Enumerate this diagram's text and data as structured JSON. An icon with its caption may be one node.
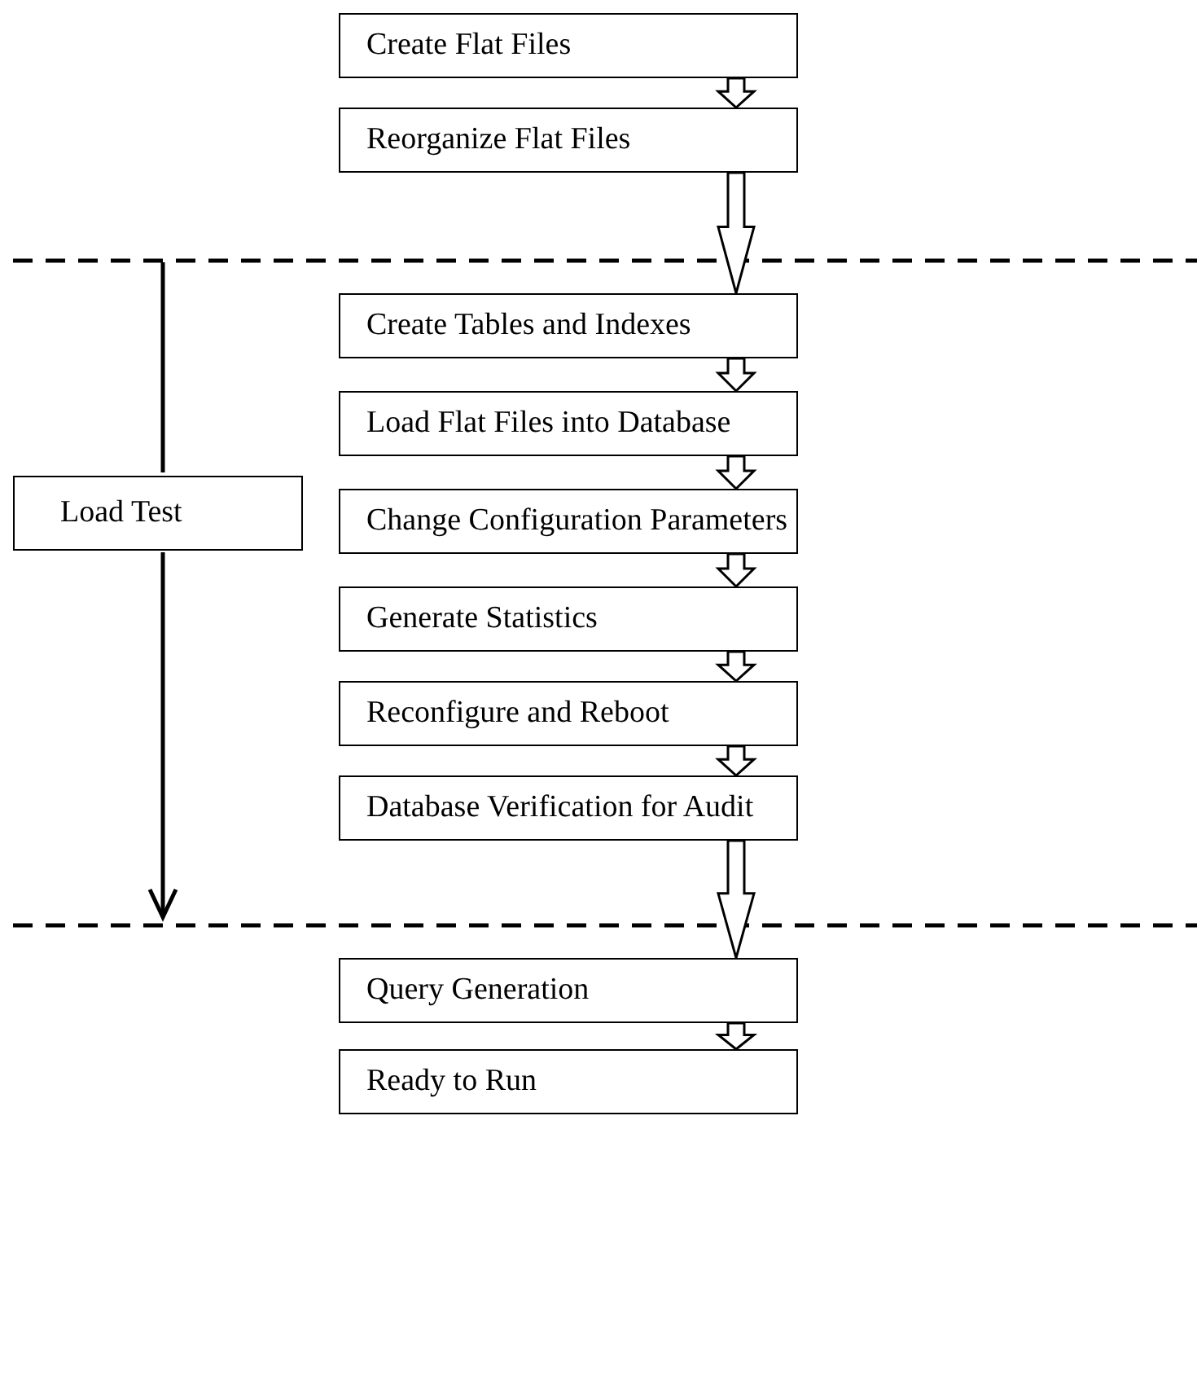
{
  "diagram": {
    "nodes": [
      {
        "text": [
          "Create Flat Files"
        ]
      },
      {
        "text": [
          "Reorganize Flat Files"
        ]
      },
      {
        "text": [
          "Create Tables and Indexes"
        ]
      },
      {
        "text": [
          "Load Flat Files into Database"
        ]
      },
      {
        "text": [
          "Change Configuration Parameters"
        ]
      },
      {
        "text": [
          "Generate Statistics"
        ]
      },
      {
        "text": [
          "Reconfigure and Reboot"
        ]
      },
      {
        "text": [
          "Database Verification for Audit"
        ]
      },
      {
        "text": [
          "Query Generation"
        ]
      },
      {
        "text": [
          "Ready to Run"
        ]
      },
      {
        "text": [
          "Load Test"
        ]
      }
    ],
    "edges": [
      {
        "from": 0,
        "to": 1,
        "arrow": "to"
      },
      {
        "from": 1,
        "to": 2,
        "arrow": "to"
      },
      {
        "from": 2,
        "to": 3,
        "arrow": "to"
      },
      {
        "from": 3,
        "to": 4,
        "arrow": "to"
      },
      {
        "from": 4,
        "to": 5,
        "arrow": "to"
      },
      {
        "from": 5,
        "to": 6,
        "arrow": "to"
      },
      {
        "from": 6,
        "to": 7,
        "arrow": "to"
      },
      {
        "from": 7,
        "to": 8,
        "arrow": "to"
      },
      {
        "from": 8,
        "to": 9,
        "arrow": "to"
      }
    ]
  }
}
